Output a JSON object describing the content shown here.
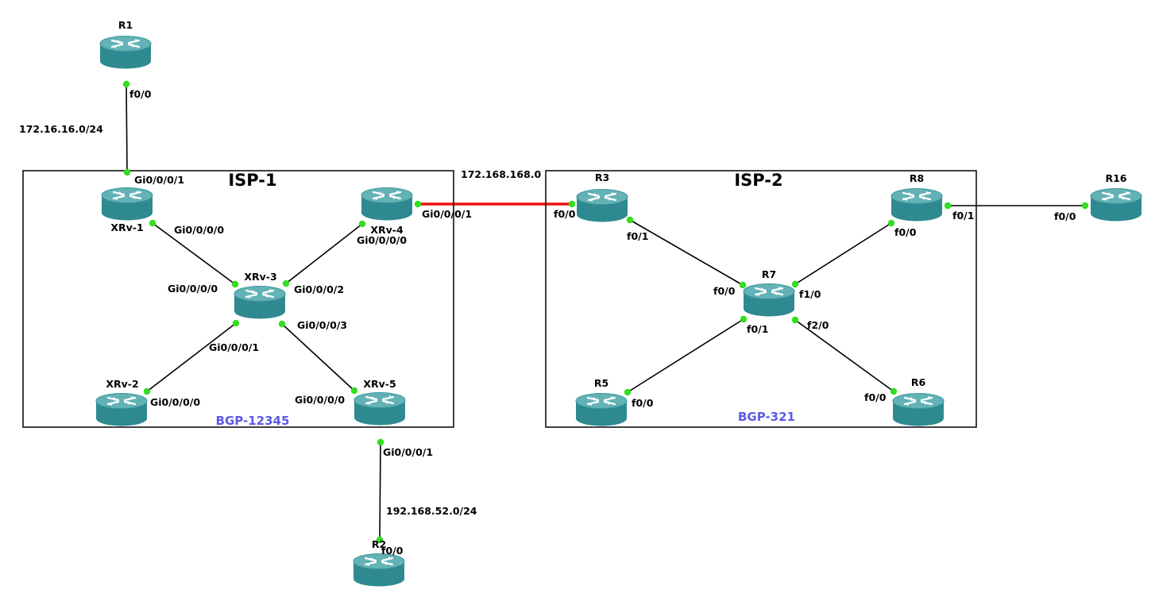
{
  "colors": {
    "router_body": "#2e8a90",
    "router_top": "#63b2b6",
    "router_top_dark": "#3d979c",
    "arrow": "#ffffff",
    "link": "#000000",
    "inter_as_link": "#ee1111",
    "port_dot": "#33dd22",
    "as_text": "#5a5ae6",
    "box_border": "#000000"
  },
  "areas": [
    {
      "id": "isp1",
      "title": "ISP-1",
      "as_label": "BGP-12345"
    },
    {
      "id": "isp2",
      "title": "ISP-2",
      "as_label": "BGP-321"
    }
  ],
  "routers": [
    {
      "id": "R1",
      "name": "R1",
      "icon": "router-icon"
    },
    {
      "id": "XRv-1",
      "name": "XRv-1",
      "icon": "router-icon"
    },
    {
      "id": "XRv-2",
      "name": "XRv-2",
      "icon": "router-icon"
    },
    {
      "id": "XRv-3",
      "name": "XRv-3",
      "icon": "router-icon"
    },
    {
      "id": "XRv-4",
      "name": "XRv-4",
      "icon": "router-icon"
    },
    {
      "id": "XRv-5",
      "name": "XRv-5",
      "icon": "router-icon"
    },
    {
      "id": "R2",
      "name": "R2",
      "icon": "router-icon"
    },
    {
      "id": "R3",
      "name": "R3",
      "icon": "router-icon"
    },
    {
      "id": "R5",
      "name": "R5",
      "icon": "router-icon"
    },
    {
      "id": "R6",
      "name": "R6",
      "icon": "router-icon"
    },
    {
      "id": "R7",
      "name": "R7",
      "icon": "router-icon"
    },
    {
      "id": "R8",
      "name": "R8",
      "icon": "router-icon"
    },
    {
      "id": "R16",
      "name": "R16",
      "icon": "router-icon"
    }
  ],
  "links": [
    {
      "id": "r1-xrv1",
      "a": "R1",
      "b": "XRv-1",
      "a_if": "f0/0",
      "b_if": "Gi0/0/0/1",
      "subnet": "172.16.16.0/24"
    },
    {
      "id": "xrv1-xrv3",
      "a": "XRv-1",
      "b": "XRv-3",
      "a_if": "Gi0/0/0/0",
      "b_if": "Gi0/0/0/0"
    },
    {
      "id": "xrv4-xrv3",
      "a": "XRv-4",
      "b": "XRv-3",
      "a_if": "Gi0/0/0/0",
      "b_if": "Gi0/0/0/2"
    },
    {
      "id": "xrv2-xrv3",
      "a": "XRv-2",
      "b": "XRv-3",
      "a_if": "Gi0/0/0/0",
      "b_if": "Gi0/0/0/1"
    },
    {
      "id": "xrv5-xrv3",
      "a": "XRv-5",
      "b": "XRv-3",
      "a_if": "Gi0/0/0/0",
      "b_if": "Gi0/0/0/3"
    },
    {
      "id": "xrv5-r2",
      "a": "XRv-5",
      "b": "R2",
      "a_if": "Gi0/0/0/1",
      "b_if": "f0/0",
      "subnet": "192.168.52.0/24"
    },
    {
      "id": "xrv4-r3",
      "a": "XRv-4",
      "b": "R3",
      "a_if": "Gi0/0/0/1",
      "b_if": "f0/0",
      "subnet": "172.168.168.0",
      "inter_as": true
    },
    {
      "id": "r3-r7",
      "a": "R3",
      "b": "R7",
      "a_if": "f0/1",
      "b_if": "f0/0"
    },
    {
      "id": "r8-r7",
      "a": "R8",
      "b": "R7",
      "a_if": "f0/0",
      "b_if": "f1/0"
    },
    {
      "id": "r5-r7",
      "a": "R5",
      "b": "R7",
      "a_if": "f0/0",
      "b_if": "f0/1"
    },
    {
      "id": "r6-r7",
      "a": "R6",
      "b": "R7",
      "a_if": "f0/0",
      "b_if": "f2/0"
    },
    {
      "id": "r8-r16",
      "a": "R8",
      "b": "R16",
      "a_if": "f0/1",
      "b_if": "f0/0"
    }
  ]
}
